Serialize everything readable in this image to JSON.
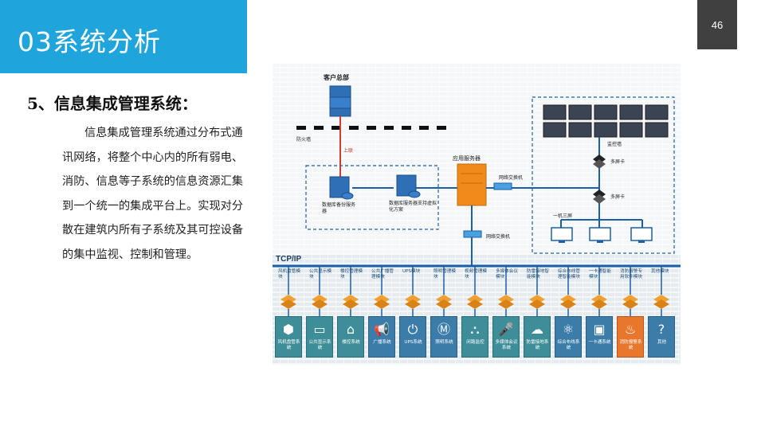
{
  "slide": {
    "title": "03系统分析",
    "page_number": "46",
    "heading": "5、信息集成管理系统：",
    "body": "信息集成管理系统通过分布式通讯网络，将整个中心内的所有弱电、消防、信息等子系统的信息资源汇集到一个统一的集成平台上。实现对分散在建筑内所有子系统及其可控设备的集中监视、控制和管理。"
  },
  "diagram": {
    "hq_label": "客户总部",
    "firewall_label": "防火墙",
    "uplink_label": "上联",
    "db_backup_label": "数据库备份服务器",
    "db_server_label": "数据库服务器支持虚拟化方案",
    "app_server_label": "应用服务器",
    "switch_top_label": "网络交换机",
    "switch_bottom_label": "网络交换机",
    "monitor_wall_label": "监控墙",
    "multi_screen_1": "多屏卡",
    "multi_screen_2": "多屏卡",
    "one_pc_three_screens": "一机三屏",
    "tcp_label": "TCP/IP",
    "modules": [
      "风机盘管模块",
      "公共显示模块",
      "楼控管理模块",
      "公共广播管理模块",
      "UPS模块",
      "照明管理模块",
      "视频管理模块",
      "多媒体会议模块",
      "防雷接地智能模块",
      "综合布线管理智能模块",
      "一卡通智能模块",
      "消防报警专用软件模块",
      "其他模块"
    ],
    "systems": [
      "风机盘管系统",
      "公共显示系统",
      "楼控系统",
      "广播系统",
      "UPS系统",
      "照明系统",
      "闭路监控",
      "多媒体会议系统",
      "防雷接地系统",
      "综合布线系统",
      "一卡通系统",
      "消防报警系统",
      "其他"
    ],
    "system_icons": [
      "fan-coil-icon",
      "display-icon",
      "building-control-icon",
      "broadcast-icon",
      "power-icon",
      "lighting-icon",
      "cctv-icon",
      "microphone-icon",
      "lightning-icon",
      "cabling-icon",
      "card-icon",
      "fire-extinguisher-icon",
      "question-icon"
    ],
    "system_glyphs": [
      "⬢",
      "▭",
      "⌂",
      "📢",
      "⏻",
      "Ⓜ",
      "⛬",
      "🎤",
      "☁",
      "⚛",
      "▣",
      "♨",
      "?"
    ],
    "colors": {
      "title_bar": "#1fa4dc",
      "server_blue": "#2f6fb5",
      "app_server_orange": "#f28a1b",
      "uplink_red": "#d93a2e",
      "network_line": "#1b5fa8",
      "teal_box": "#3e8e99",
      "fire_box": "#e8762c"
    }
  }
}
